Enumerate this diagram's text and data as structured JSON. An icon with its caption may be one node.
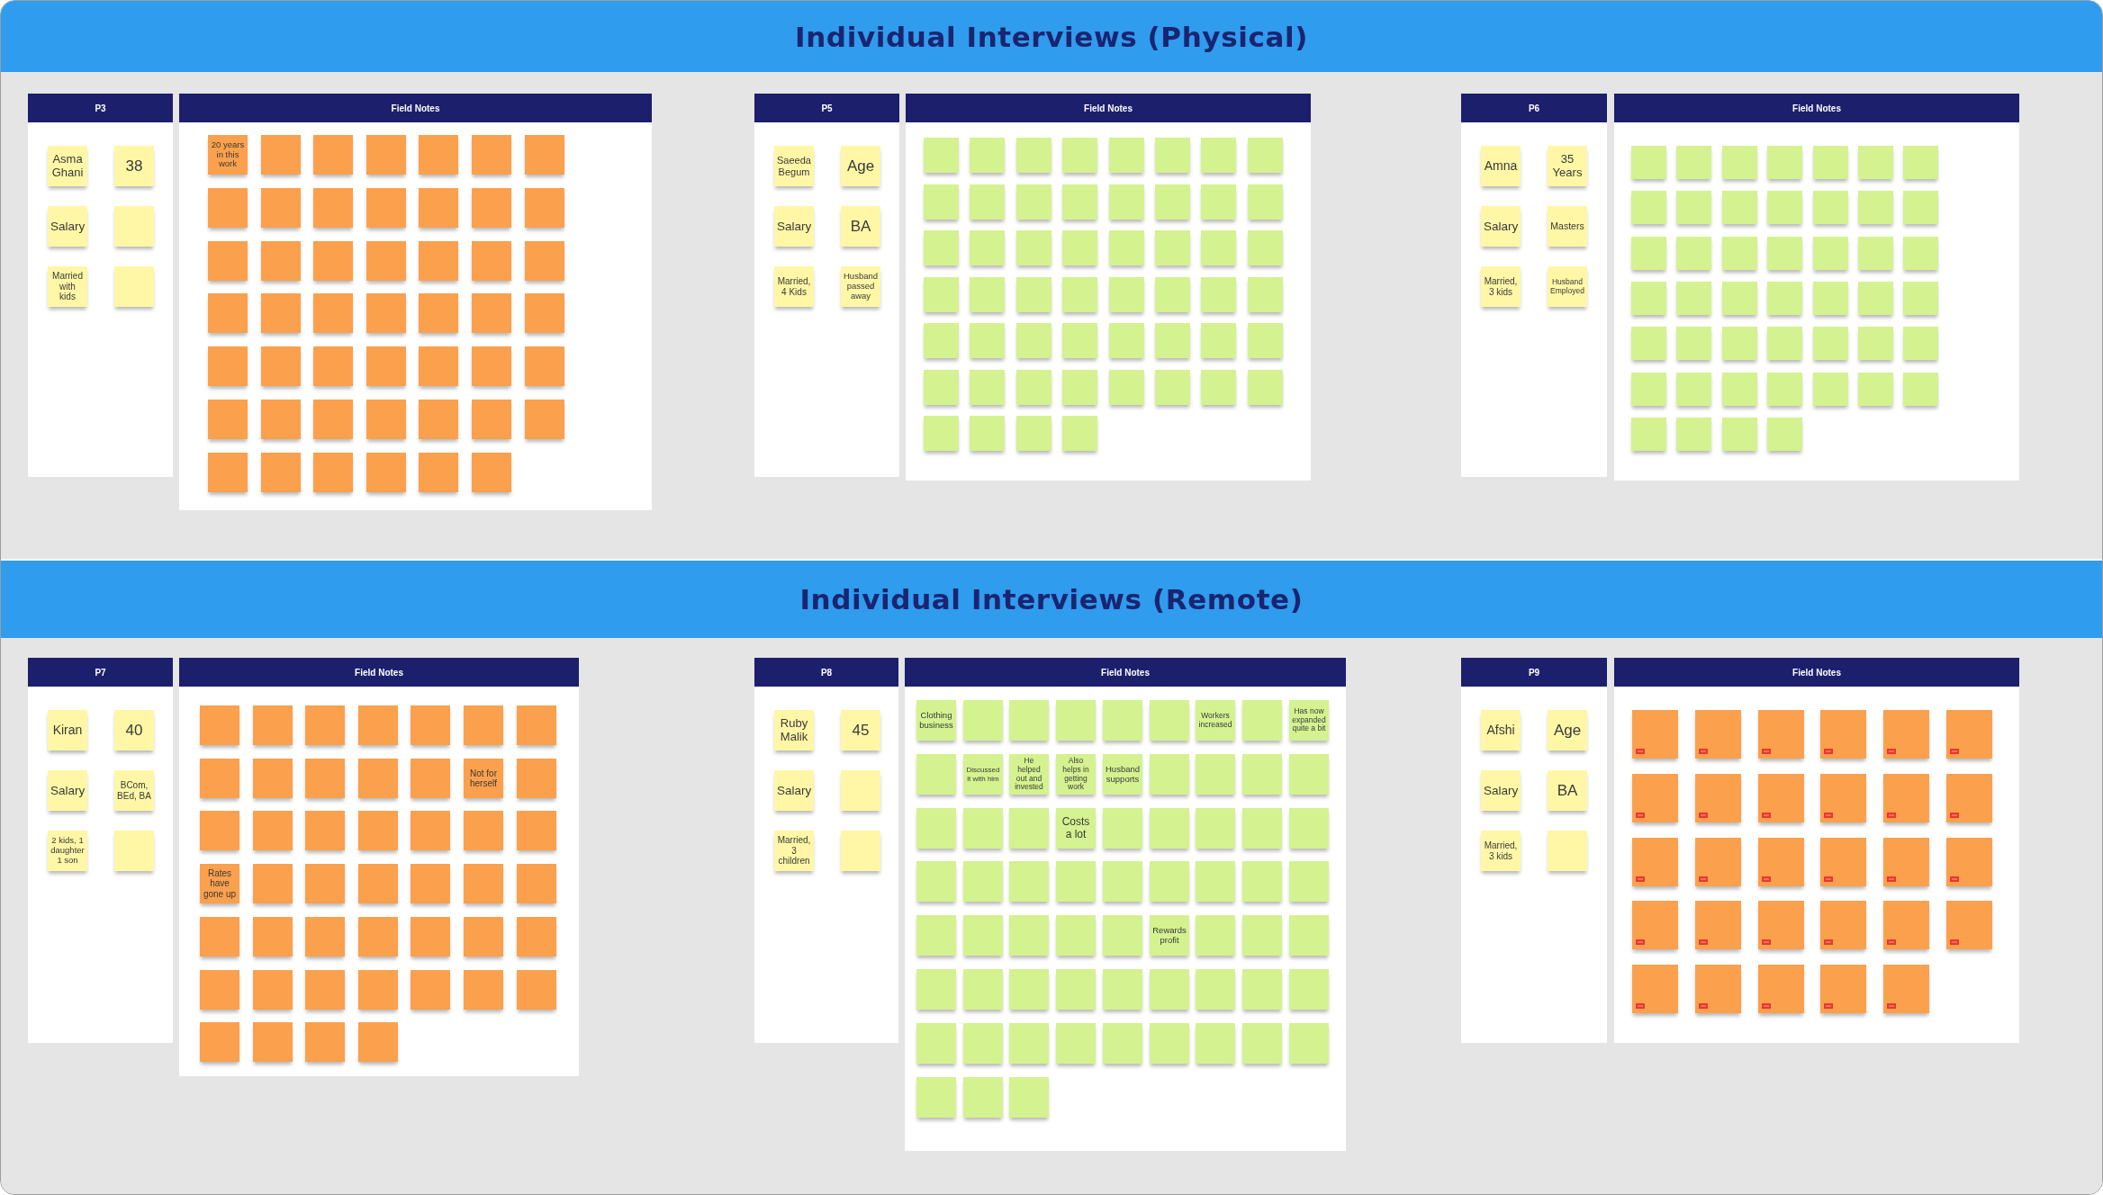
{
  "diagram": {
    "nodes": [
      {
        "text": [
          "Individual Interviews (Physical)"
        ]
      },
      {
        "text": [
          "P3"
        ],
        "in": 0
      },
      {
        "text": [
          "Asma Ghani"
        ],
        "in": 1
      },
      {
        "text": [
          "38"
        ],
        "in": 1
      },
      {
        "text": [
          "Salary"
        ],
        "in": 1
      },
      {
        "text": [],
        "shape": "box",
        "in": 1
      },
      {
        "text": [
          "Married with kids"
        ],
        "in": 1
      },
      {
        "text": [],
        "shape": "box",
        "in": 1
      },
      {
        "text": [
          "Field Notes"
        ],
        "in": 0
      },
      {
        "text": [
          "20 years in this work"
        ],
        "in": 8
      },
      {
        "text": [],
        "shape": "box",
        "in": 8
      },
      {
        "text": [],
        "shape": "box",
        "in": 8
      },
      {
        "text": [],
        "shape": "box",
        "in": 8
      },
      {
        "text": [],
        "shape": "box",
        "in": 8
      },
      {
        "text": [],
        "shape": "box",
        "in": 8
      },
      {
        "text": [],
        "shape": "box",
        "in": 8
      },
      {
        "text": [],
        "shape": "box",
        "in": 8
      },
      {
        "text": [],
        "shape": "box",
        "in": 8
      },
      {
        "text": [],
        "shape": "box",
        "in": 8
      },
      {
        "text": [],
        "shape": "box",
        "in": 8
      },
      {
        "text": [],
        "shape": "box",
        "in": 8
      },
      {
        "text": [],
        "shape": "box",
        "in": 8
      },
      {
        "text": [],
        "shape": "box",
        "in": 8
      },
      {
        "text": [],
        "shape": "box",
        "in": 8
      },
      {
        "text": [],
        "shape": "box",
        "in": 8
      },
      {
        "text": [],
        "shape": "box",
        "in": 8
      },
      {
        "text": [],
        "shape": "box",
        "in": 8
      },
      {
        "text": [],
        "shape": "box",
        "in": 8
      },
      {
        "text": [],
        "shape": "box",
        "in": 8
      },
      {
        "text": [],
        "shape": "box",
        "in": 8
      },
      {
        "text": [],
        "shape": "box",
        "in": 8
      },
      {
        "text": [],
        "shape": "box",
        "in": 8
      },
      {
        "text": [],
        "shape": "box",
        "in": 8
      },
      {
        "text": [],
        "shape": "box",
        "in": 8
      },
      {
        "text": [],
        "shape": "box",
        "in": 8
      },
      {
        "text": [],
        "shape": "box",
        "in": 8
      },
      {
        "text": [],
        "shape": "box",
        "in": 8
      },
      {
        "text": [],
        "shape": "box",
        "in": 8
      },
      {
        "text": [],
        "shape": "box",
        "in": 8
      },
      {
        "text": [],
        "shape": "box",
        "in": 8
      },
      {
        "text": [],
        "shape": "box",
        "in": 8
      },
      {
        "text": [],
        "shape": "box",
        "in": 8
      },
      {
        "text": [],
        "shape": "box",
        "in": 8
      },
      {
        "text": [],
        "shape": "box",
        "in": 8
      },
      {
        "text": [],
        "shape": "box",
        "in": 8
      },
      {
        "text": [],
        "shape": "box",
        "in": 8
      },
      {
        "text": [],
        "shape": "box",
        "in": 8
      },
      {
        "text": [],
        "shape": "box",
        "in": 8
      },
      {
        "text": [],
        "shape": "box",
        "in": 8
      },
      {
        "text": [],
        "shape": "box",
        "in": 8
      },
      {
        "text": [],
        "shape": "box",
        "in": 8
      },
      {
        "text": [],
        "shape": "box",
        "in": 8
      },
      {
        "text": [],
        "shape": "box",
        "in": 8
      },
      {
        "text": [],
        "shape": "box",
        "in": 8
      },
      {
        "text": [],
        "shape": "box",
        "in": 8
      },
      {
        "text": [],
        "shape": "box",
        "in": 8
      },
      {
        "text": [],
        "shape": "box",
        "in": 8
      },
      {
        "text": [
          "P5"
        ],
        "in": 0
      },
      {
        "text": [
          "Saeeda Begum"
        ],
        "in": 57
      },
      {
        "text": [
          "Age"
        ],
        "in": 57
      },
      {
        "text": [
          "Salary"
        ],
        "in": 57
      },
      {
        "text": [
          "BA"
        ],
        "in": 57
      },
      {
        "text": [
          "Married, 4 Kids"
        ],
        "in": 57
      },
      {
        "text": [
          "Husband passed away"
        ],
        "in": 57
      },
      {
        "text": [
          "Field Notes"
        ],
        "in": 0
      },
      {
        "text": [],
        "shape": "box",
        "in": 64
      },
      {
        "text": [],
        "shape": "box",
        "in": 64
      },
      {
        "text": [],
        "shape": "box",
        "in": 64
      },
      {
        "text": [],
        "shape": "box",
        "in": 64
      },
      {
        "text": [],
        "shape": "box",
        "in": 64
      },
      {
        "text": [],
        "shape": "box",
        "in": 64
      },
      {
        "text": [],
        "shape": "box",
        "in": 64
      },
      {
        "text": [],
        "shape": "box",
        "in": 64
      },
      {
        "text": [],
        "shape": "box",
        "in": 64
      },
      {
        "text": [],
        "shape": "box",
        "in": 64
      },
      {
        "text": [],
        "shape": "box",
        "in": 64
      },
      {
        "text": [],
        "shape": "box",
        "in": 64
      },
      {
        "text": [],
        "shape": "box",
        "in": 64
      },
      {
        "text": [],
        "shape": "box",
        "in": 64
      },
      {
        "text": [],
        "shape": "box",
        "in": 64
      },
      {
        "text": [],
        "shape": "box",
        "in": 64
      },
      {
        "text": [],
        "shape": "box",
        "in": 64
      },
      {
        "text": [],
        "shape": "box",
        "in": 64
      },
      {
        "text": [],
        "shape": "box",
        "in": 64
      },
      {
        "text": [],
        "shape": "box",
        "in": 64
      },
      {
        "text": [],
        "shape": "box",
        "in": 64
      },
      {
        "text": [],
        "shape": "box",
        "in": 64
      },
      {
        "text": [],
        "shape": "box",
        "in": 64
      },
      {
        "text": [],
        "shape": "box",
        "in": 64
      },
      {
        "text": [],
        "shape": "box",
        "in": 64
      },
      {
        "text": [],
        "shape": "box",
        "in": 64
      },
      {
        "text": [],
        "shape": "box",
        "in": 64
      },
      {
        "text": [],
        "shape": "box",
        "in": 64
      },
      {
        "text": [],
        "shape": "box",
        "in": 64
      },
      {
        "text": [],
        "shape": "box",
        "in": 64
      },
      {
        "text": [],
        "shape": "box",
        "in": 64
      },
      {
        "text": [],
        "shape": "box",
        "in": 64
      },
      {
        "text": [],
        "shape": "box",
        "in": 64
      },
      {
        "text": [],
        "shape": "box",
        "in": 64
      },
      {
        "text": [],
        "shape": "box",
        "in": 64
      },
      {
        "text": [],
        "shape": "box",
        "in": 64
      },
      {
        "text": [],
        "shape": "box",
        "in": 64
      },
      {
        "text": [],
        "shape": "box",
        "in": 64
      },
      {
        "text": [],
        "shape": "box",
        "in": 64
      },
      {
        "text": [],
        "shape": "box",
        "in": 64
      },
      {
        "text": [],
        "shape": "box",
        "in": 64
      },
      {
        "text": [],
        "shape": "box",
        "in": 64
      },
      {
        "text": [],
        "shape": "box",
        "in": 64
      },
      {
        "text": [],
        "shape": "box",
        "in": 64
      },
      {
        "text": [],
        "shape": "box",
        "in": 64
      },
      {
        "text": [],
        "shape": "box",
        "in": 64
      },
      {
        "text": [],
        "shape": "box",
        "in": 64
      },
      {
        "text": [],
        "shape": "box",
        "in": 64
      },
      {
        "text": [],
        "shape": "box",
        "in": 64
      },
      {
        "text": [],
        "shape": "box",
        "in": 64
      },
      {
        "text": [],
        "shape": "box",
        "in": 64
      },
      {
        "text": [],
        "shape": "box",
        "in": 64
      },
      {
        "text": [
          "P6"
        ],
        "in": 0
      },
      {
        "text": [
          "Amna"
        ],
        "in": 117
      },
      {
        "text": [
          "35 Years"
        ],
        "in": 117
      },
      {
        "text": [
          "Salary"
        ],
        "in": 117
      },
      {
        "text": [
          "Masters"
        ],
        "in": 117
      },
      {
        "text": [
          "Married, 3 kids"
        ],
        "in": 117
      },
      {
        "text": [
          "Husband Employed"
        ],
        "in": 117
      },
      {
        "text": [
          "Field Notes"
        ],
        "in": 0
      },
      {
        "text": [],
        "shape": "box",
        "in": 124
      },
      {
        "text": [],
        "shape": "box",
        "in": 124
      },
      {
        "text": [],
        "shape": "box",
        "in": 124
      },
      {
        "text": [],
        "shape": "box",
        "in": 124
      },
      {
        "text": [],
        "shape": "box",
        "in": 124
      },
      {
        "text": [],
        "shape": "box",
        "in": 124
      },
      {
        "text": [],
        "shape": "box",
        "in": 124
      },
      {
        "text": [],
        "shape": "box",
        "in": 124
      },
      {
        "text": [],
        "shape": "box",
        "in": 124
      },
      {
        "text": [],
        "shape": "box",
        "in": 124
      },
      {
        "text": [],
        "shape": "box",
        "in": 124
      },
      {
        "text": [],
        "shape": "box",
        "in": 124
      },
      {
        "text": [],
        "shape": "box",
        "in": 124
      },
      {
        "text": [],
        "shape": "box",
        "in": 124
      },
      {
        "text": [],
        "shape": "box",
        "in": 124
      },
      {
        "text": [],
        "shape": "box",
        "in": 124
      },
      {
        "text": [],
        "shape": "box",
        "in": 124
      },
      {
        "text": [],
        "shape": "box",
        "in": 124
      },
      {
        "text": [],
        "shape": "box",
        "in": 124
      },
      {
        "text": [],
        "shape": "box",
        "in": 124
      },
      {
        "text": [],
        "shape": "box",
        "in": 124
      },
      {
        "text": [],
        "shape": "box",
        "in": 124
      },
      {
        "text": [],
        "shape": "box",
        "in": 124
      },
      {
        "text": [],
        "shape": "box",
        "in": 124
      },
      {
        "text": [],
        "shape": "box",
        "in": 124
      },
      {
        "text": [],
        "shape": "box",
        "in": 124
      },
      {
        "text": [],
        "shape": "box",
        "in": 124
      },
      {
        "text": [],
        "shape": "box",
        "in": 124
      },
      {
        "text": [],
        "shape": "box",
        "in": 124
      },
      {
        "text": [],
        "shape": "box",
        "in": 124
      },
      {
        "text": [],
        "shape": "box",
        "in": 124
      },
      {
        "text": [],
        "shape": "box",
        "in": 124
      },
      {
        "text": [],
        "shape": "box",
        "in": 124
      },
      {
        "text": [],
        "shape": "box",
        "in": 124
      },
      {
        "text": [],
        "shape": "box",
        "in": 124
      },
      {
        "text": [],
        "shape": "box",
        "in": 124
      },
      {
        "text": [],
        "shape": "box",
        "in": 124
      },
      {
        "text": [],
        "shape": "box",
        "in": 124
      },
      {
        "text": [],
        "shape": "box",
        "in": 124
      },
      {
        "text": [],
        "shape": "box",
        "in": 124
      },
      {
        "text": [],
        "shape": "box",
        "in": 124
      },
      {
        "text": [],
        "shape": "box",
        "in": 124
      },
      {
        "text": [],
        "shape": "box",
        "in": 124
      },
      {
        "text": [],
        "shape": "box",
        "in": 124
      },
      {
        "text": [],
        "shape": "box",
        "in": 124
      },
      {
        "text": [],
        "shape": "box",
        "in": 124
      },
      {
        "text": [
          "Individual Interviews (Remote)"
        ]
      },
      {
        "text": [
          "P7"
        ],
        "in": 171
      },
      {
        "text": [
          "Kiran"
        ],
        "in": 172
      },
      {
        "text": [
          "40"
        ],
        "in": 172
      },
      {
        "text": [
          "Salary"
        ],
        "in": 172
      },
      {
        "text": [
          "BCom, BEd, BA"
        ],
        "in": 172
      },
      {
        "text": [
          "2 kids, 1 daughter 1 son"
        ],
        "in": 172
      },
      {
        "text": [],
        "shape": "box",
        "in": 172
      },
      {
        "text": [
          "Field Notes"
        ],
        "in": 171
      },
      {
        "text": [],
        "shape": "box",
        "in": 179
      },
      {
        "text": [],
        "shape": "box",
        "in": 179
      },
      {
        "text": [],
        "shape": "box",
        "in": 179
      },
      {
        "text": [],
        "shape": "box",
        "in": 179
      },
      {
        "text": [],
        "shape": "box",
        "in": 179
      },
      {
        "text": [],
        "shape": "box",
        "in": 179
      },
      {
        "text": [],
        "shape": "box",
        "in": 179
      },
      {
        "text": [],
        "shape": "box",
        "in": 179
      },
      {
        "text": [],
        "shape": "box",
        "in": 179
      },
      {
        "text": [],
        "shape": "box",
        "in": 179
      },
      {
        "text": [],
        "shape": "box",
        "in": 179
      },
      {
        "text": [],
        "shape": "box",
        "in": 179
      },
      {
        "text": [
          "Not for herself"
        ],
        "in": 179
      },
      {
        "text": [],
        "shape": "box",
        "in": 179
      },
      {
        "text": [],
        "shape": "box",
        "in": 179
      },
      {
        "text": [],
        "shape": "box",
        "in": 179
      },
      {
        "text": [],
        "shape": "box",
        "in": 179
      },
      {
        "text": [],
        "shape": "box",
        "in": 179
      },
      {
        "text": [],
        "shape": "box",
        "in": 179
      },
      {
        "text": [],
        "shape": "box",
        "in": 179
      },
      {
        "text": [],
        "shape": "box",
        "in": 179
      },
      {
        "text": [
          "Rates have gone up"
        ],
        "in": 179
      },
      {
        "text": [],
        "shape": "box",
        "in": 179
      },
      {
        "text": [],
        "shape": "box",
        "in": 179
      },
      {
        "text": [],
        "shape": "box",
        "in": 179
      },
      {
        "text": [],
        "shape": "box",
        "in": 179
      },
      {
        "text": [],
        "shape": "box",
        "in": 179
      },
      {
        "text": [],
        "shape": "box",
        "in": 179
      },
      {
        "text": [],
        "shape": "box",
        "in": 179
      },
      {
        "text": [],
        "shape": "box",
        "in": 179
      },
      {
        "text": [],
        "shape": "box",
        "in": 179
      },
      {
        "text": [],
        "shape": "box",
        "in": 179
      },
      {
        "text": [],
        "shape": "box",
        "in": 179
      },
      {
        "text": [],
        "shape": "box",
        "in": 179
      },
      {
        "text": [],
        "shape": "box",
        "in": 179
      },
      {
        "text": [],
        "shape": "box",
        "in": 179
      },
      {
        "text": [],
        "shape": "box",
        "in": 179
      },
      {
        "text": [],
        "shape": "box",
        "in": 179
      },
      {
        "text": [],
        "shape": "box",
        "in": 179
      },
      {
        "text": [],
        "shape": "box",
        "in": 179
      },
      {
        "text": [],
        "shape": "box",
        "in": 179
      },
      {
        "text": [],
        "shape": "box",
        "in": 179
      },
      {
        "text": [],
        "shape": "box",
        "in": 179
      },
      {
        "text": [],
        "shape": "box",
        "in": 179
      },
      {
        "text": [],
        "shape": "box",
        "in": 179
      },
      {
        "text": [],
        "shape": "box",
        "in": 179
      },
      {
        "text": [
          "P8"
        ],
        "in": 171
      },
      {
        "text": [
          "Ruby Malik"
        ],
        "in": 226
      },
      {
        "text": [
          "45"
        ],
        "in": 226
      },
      {
        "text": [
          "Salary"
        ],
        "in": 226
      },
      {
        "text": [],
        "shape": "box",
        "in": 226
      },
      {
        "text": [
          "Married, 3 children"
        ],
        "in": 226
      },
      {
        "text": [],
        "shape": "box",
        "in": 226
      },
      {
        "text": [
          "Field Notes"
        ],
        "in": 171
      },
      {
        "text": [
          "Clothing business"
        ],
        "in": 233
      },
      {
        "text": [],
        "shape": "box",
        "in": 233
      },
      {
        "text": [],
        "shape": "box",
        "in": 233
      },
      {
        "text": [],
        "shape": "box",
        "in": 233
      },
      {
        "text": [],
        "shape": "box",
        "in": 233
      },
      {
        "text": [],
        "shape": "box",
        "in": 233
      },
      {
        "text": [
          "Workers increased"
        ],
        "in": 233
      },
      {
        "text": [],
        "shape": "box",
        "in": 233
      },
      {
        "text": [
          "Has now expanded quite a bit"
        ],
        "in": 233
      },
      {
        "text": [],
        "shape": "box",
        "in": 233
      },
      {
        "text": [
          "Discussed it with him"
        ],
        "in": 233
      },
      {
        "text": [
          "He helped out and invested"
        ],
        "in": 233
      },
      {
        "text": [
          "Also helps in getting work"
        ],
        "in": 233
      },
      {
        "text": [
          "Husband supports"
        ],
        "in": 233
      },
      {
        "text": [],
        "shape": "box",
        "in": 233
      },
      {
        "text": [],
        "shape": "box",
        "in": 233
      },
      {
        "text": [],
        "shape": "box",
        "in": 233
      },
      {
        "text": [],
        "shape": "box",
        "in": 233
      },
      {
        "text": [],
        "shape": "box",
        "in": 233
      },
      {
        "text": [],
        "shape": "box",
        "in": 233
      },
      {
        "text": [],
        "shape": "box",
        "in": 233
      },
      {
        "text": [
          "Costs a lot"
        ],
        "in": 233
      },
      {
        "text": [],
        "shape": "box",
        "in": 233
      },
      {
        "text": [],
        "shape": "box",
        "in": 233
      },
      {
        "text": [],
        "shape": "box",
        "in": 233
      },
      {
        "text": [],
        "shape": "box",
        "in": 233
      },
      {
        "text": [],
        "shape": "box",
        "in": 233
      },
      {
        "text": [],
        "shape": "box",
        "in": 233
      },
      {
        "text": [],
        "shape": "box",
        "in": 233
      },
      {
        "text": [],
        "shape": "box",
        "in": 233
      },
      {
        "text": [],
        "shape": "box",
        "in": 233
      },
      {
        "text": [],
        "shape": "box",
        "in": 233
      },
      {
        "text": [],
        "shape": "box",
        "in": 233
      },
      {
        "text": [],
        "shape": "box",
        "in": 233
      },
      {
        "text": [],
        "shape": "box",
        "in": 233
      },
      {
        "text": [],
        "shape": "box",
        "in": 233
      },
      {
        "text": [],
        "shape": "box",
        "in": 233
      },
      {
        "text": [],
        "shape": "box",
        "in": 233
      },
      {
        "text": [],
        "shape": "box",
        "in": 233
      },
      {
        "text": [],
        "shape": "box",
        "in": 233
      },
      {
        "text": [],
        "shape": "box",
        "in": 233
      },
      {
        "text": [
          "Rewards profit"
        ],
        "in": 233
      },
      {
        "text": [],
        "shape": "box",
        "in": 233
      },
      {
        "text": [],
        "shape": "box",
        "in": 233
      },
      {
        "text": [],
        "shape": "box",
        "in": 233
      },
      {
        "text": [],
        "shape": "box",
        "in": 233
      },
      {
        "text": [],
        "shape": "box",
        "in": 233
      },
      {
        "text": [],
        "shape": "box",
        "in": 233
      },
      {
        "text": [],
        "shape": "box",
        "in": 233
      },
      {
        "text": [],
        "shape": "box",
        "in": 233
      },
      {
        "text": [],
        "shape": "box",
        "in": 233
      },
      {
        "text": [],
        "shape": "box",
        "in": 233
      },
      {
        "text": [],
        "shape": "box",
        "in": 233
      },
      {
        "text": [],
        "shape": "box",
        "in": 233
      },
      {
        "text": [],
        "shape": "box",
        "in": 233
      },
      {
        "text": [],
        "shape": "box",
        "in": 233
      },
      {
        "text": [],
        "shape": "box",
        "in": 233
      },
      {
        "text": [],
        "shape": "box",
        "in": 233
      },
      {
        "text": [],
        "shape": "box",
        "in": 233
      },
      {
        "text": [],
        "shape": "box",
        "in": 233
      },
      {
        "text": [],
        "shape": "box",
        "in": 233
      },
      {
        "text": [],
        "shape": "box",
        "in": 233
      },
      {
        "text": [],
        "shape": "box",
        "in": 233
      },
      {
        "text": [],
        "shape": "box",
        "in": 233
      },
      {
        "text": [],
        "shape": "box",
        "in": 233
      },
      {
        "text": [],
        "shape": "box",
        "in": 233
      },
      {
        "text": [
          "P9"
        ],
        "in": 171
      },
      {
        "text": [
          "Afshi"
        ],
        "in": 300
      },
      {
        "text": [
          "Age"
        ],
        "in": 300
      },
      {
        "text": [
          "Salary"
        ],
        "in": 300
      },
      {
        "text": [
          "BA"
        ],
        "in": 300
      },
      {
        "text": [
          "Married, 3 kids"
        ],
        "in": 300
      },
      {
        "text": [],
        "shape": "box",
        "in": 300
      },
      {
        "text": [
          "Field Notes"
        ],
        "in": 171
      },
      {
        "text": [],
        "shape": "box",
        "in": 307
      },
      {
        "text": [],
        "shape": "box",
        "in": 307
      },
      {
        "text": [],
        "shape": "box",
        "in": 307
      },
      {
        "text": [],
        "shape": "box",
        "in": 307
      },
      {
        "text": [],
        "shape": "box",
        "in": 307
      },
      {
        "text": [],
        "shape": "box",
        "in": 307
      },
      {
        "text": [],
        "shape": "box",
        "in": 307
      },
      {
        "text": [],
        "shape": "box",
        "in": 307
      },
      {
        "text": [],
        "shape": "box",
        "in": 307
      },
      {
        "text": [],
        "shape": "box",
        "in": 307
      },
      {
        "text": [],
        "shape": "box",
        "in": 307
      },
      {
        "text": [],
        "shape": "box",
        "in": 307
      },
      {
        "text": [],
        "shape": "box",
        "in": 307
      },
      {
        "text": [],
        "shape": "box",
        "in": 307
      },
      {
        "text": [],
        "shape": "box",
        "in": 307
      },
      {
        "text": [],
        "shape": "box",
        "in": 307
      },
      {
        "text": [],
        "shape": "box",
        "in": 307
      },
      {
        "text": [],
        "shape": "box",
        "in": 307
      },
      {
        "text": [],
        "shape": "box",
        "in": 307
      },
      {
        "text": [],
        "shape": "box",
        "in": 307
      },
      {
        "text": [],
        "shape": "box",
        "in": 307
      },
      {
        "text": [],
        "shape": "box",
        "in": 307
      },
      {
        "text": [],
        "shape": "box",
        "in": 307
      },
      {
        "text": [],
        "shape": "box",
        "in": 307
      },
      {
        "text": [],
        "shape": "box",
        "in": 307
      },
      {
        "text": [],
        "shape": "box",
        "in": 307
      },
      {
        "text": [],
        "shape": "box",
        "in": 307
      },
      {
        "text": [],
        "shape": "box",
        "in": 307
      },
      {
        "text": [],
        "shape": "box",
        "in": 307
      }
    ]
  }
}
